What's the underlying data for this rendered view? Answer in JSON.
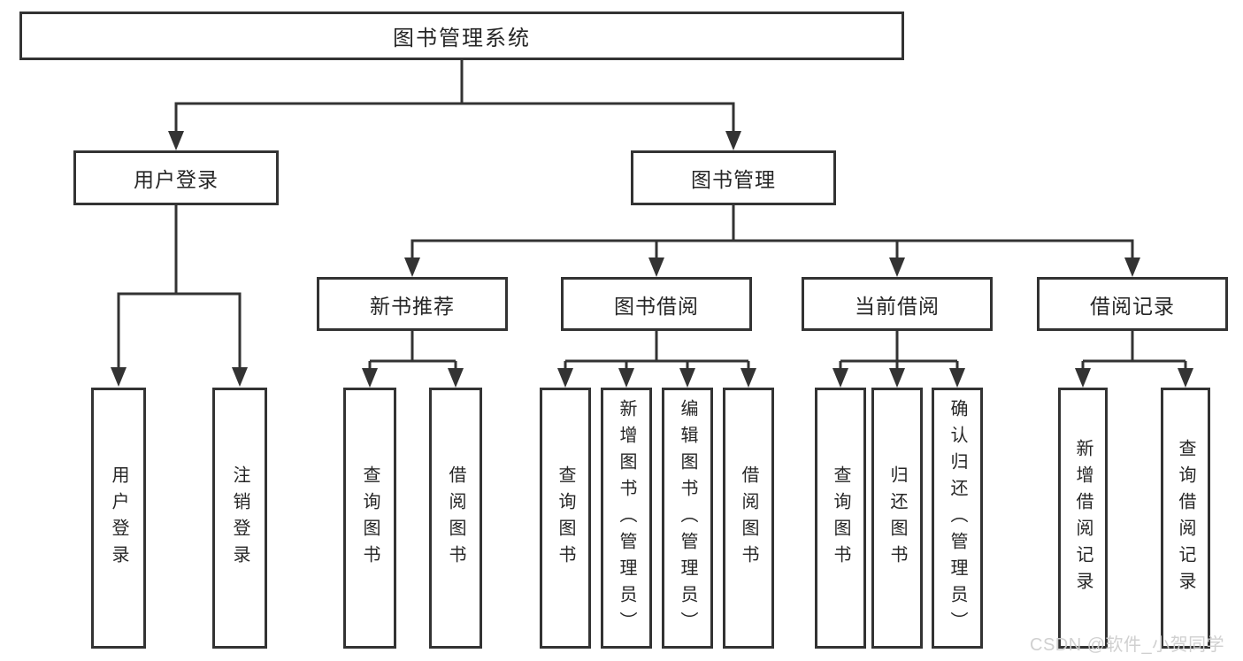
{
  "colors": {
    "background": "#ffffff",
    "line": "#333333",
    "box_border": "#333333",
    "text": "#262626",
    "watermark": "#cccccc"
  },
  "watermark": {
    "text": "CSDN @软件_小贺同学"
  },
  "tree": {
    "label": "图书管理系统",
    "children": [
      {
        "label": "用户登录",
        "children": [
          {
            "label": "用户登录"
          },
          {
            "label": "注销登录"
          }
        ]
      },
      {
        "label": "图书管理",
        "children": [
          {
            "label": "新书推荐",
            "children": [
              {
                "label": "查询图书"
              },
              {
                "label": "借阅图书"
              }
            ]
          },
          {
            "label": "图书借阅",
            "children": [
              {
                "label": "查询图书"
              },
              {
                "label": "新增图书（管理员）"
              },
              {
                "label": "编辑图书（管理员）"
              },
              {
                "label": "借阅图书"
              }
            ]
          },
          {
            "label": "当前借阅",
            "children": [
              {
                "label": "查询图书"
              },
              {
                "label": "归还图书"
              },
              {
                "label": "确认归还（管理员）"
              }
            ]
          },
          {
            "label": "借阅记录",
            "children": [
              {
                "label": "新增借阅记录"
              },
              {
                "label": "查询借阅记录"
              }
            ]
          }
        ]
      }
    ]
  }
}
